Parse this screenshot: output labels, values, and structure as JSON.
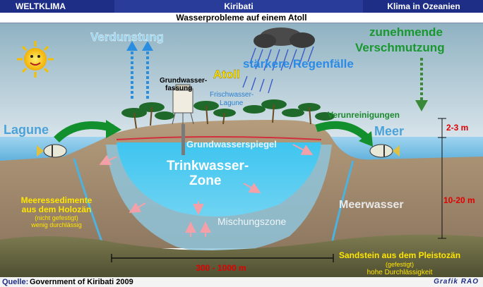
{
  "header": {
    "left": "WELTKLIMA",
    "center": "Kiribati",
    "right": "Klima in Ozeanien"
  },
  "subtitle": "Wasserprobleme auf einem Atoll",
  "labels": {
    "verdunstung": "Verdunstung",
    "verschmutzung_1": "zunehmende",
    "verschmutzung_2": "Verschmutzung",
    "regenfaelle": "stärkere Regenfälle",
    "atoll": "Atoll",
    "grundwasserfassung_1": "Grundwasser-",
    "grundwasserfassung_2": "fassung",
    "frischwasser_1": "Frischwasser-",
    "frischwasser_2": "Lagune",
    "lagune": "Lagune",
    "meer": "Meer",
    "verunreinigungen": "Verunreinigungen",
    "grundwasserspiegel": "Grundwasserspiegel",
    "trinkwasser_1": "Trinkwasser-",
    "trinkwasser_2": "Zone",
    "mischungszone": "Mischungszone",
    "meerwasser": "Meerwasser",
    "holozaen_1": "Meeressedimente",
    "holozaen_2": "aus dem Holozän",
    "holozaen_3": "(nicht gefestigt)",
    "holozaen_4": "wenig durchlässig",
    "pleistozaen_1": "Sandstein aus dem Pleistozän",
    "pleistozaen_2": "(gefestigt)",
    "pleistozaen_3": "hohe Durchlässigkeit",
    "width": "300 - 1000 m",
    "depth_shallow": "2-3 m",
    "depth_deep": "10-20 m"
  },
  "footer": {
    "source_label": "Quelle:",
    "source": "Government of Kiribati 2009",
    "credit": "Grafik RAO"
  },
  "colors": {
    "header_bg": "#1e2e86",
    "sky_top": "#8fb2c2",
    "sky_bottom": "#d9e4ea",
    "sea": "#5bb5df",
    "sediment": "#a28b70",
    "sandstone": "#6b6a45",
    "freshwater": "#44c4ee",
    "accent_yellow": "#ffe600",
    "accent_red": "#e00000",
    "accent_green": "#1a8a2c"
  }
}
